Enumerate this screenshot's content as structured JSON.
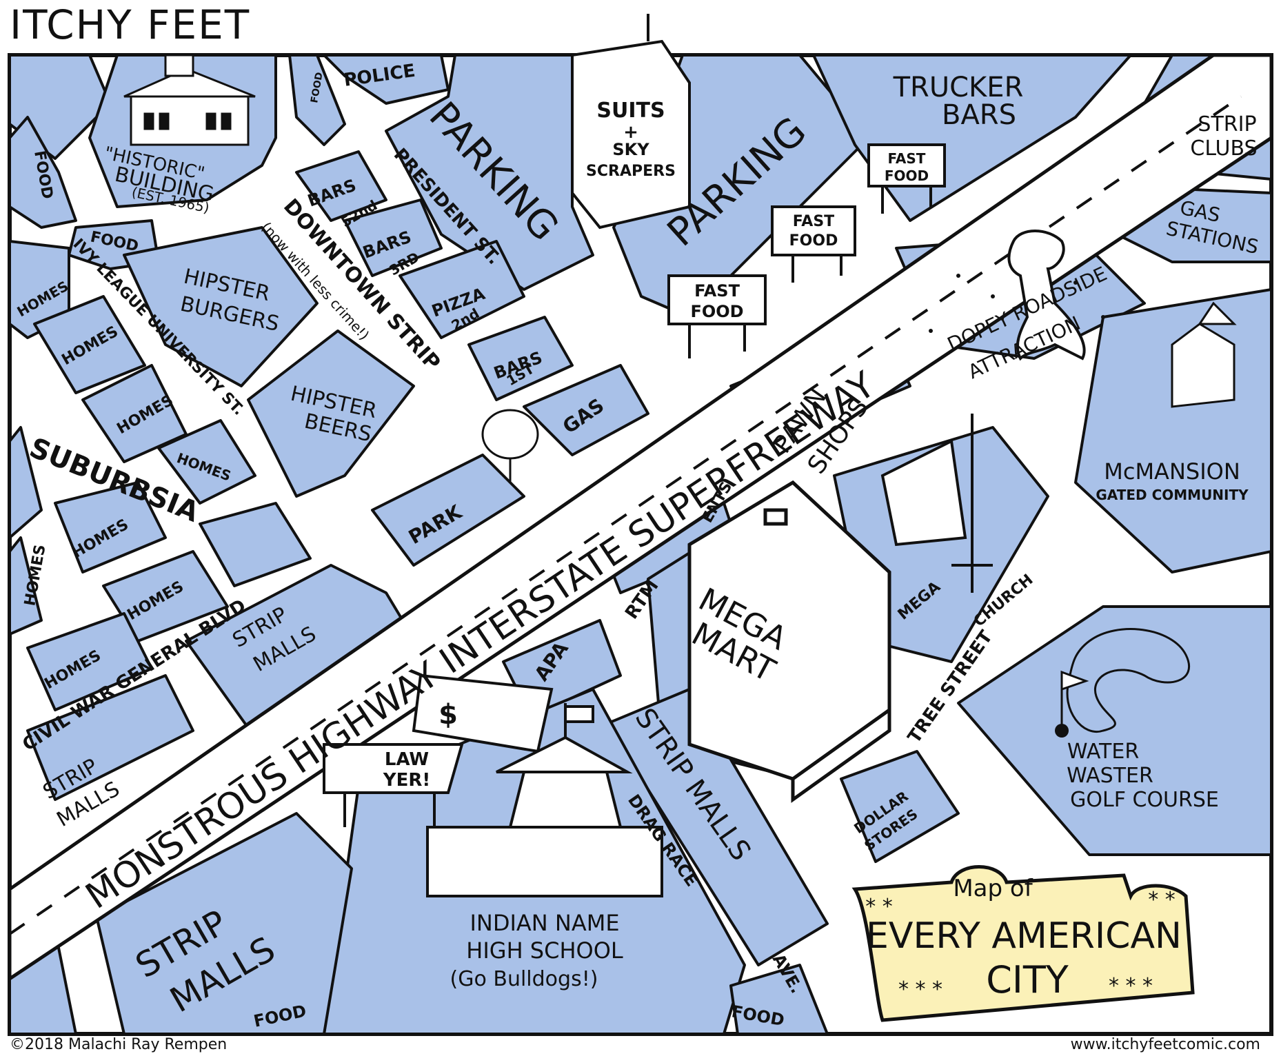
{
  "comic_title": "ITCHY FEET",
  "footer": {
    "copyright": "©2018 Malachi Ray Rempen",
    "url": "www.itchyfeetcomic.com"
  },
  "colors": {
    "block": "#a9c1e8",
    "road": "#ffffff",
    "ink": "#111111",
    "sign": "#fbf1b8"
  },
  "title_sign": {
    "line1": "Map of",
    "line2": "EVERY AMERICAN",
    "line3": "CITY",
    "stars": "* * *",
    "stars_pair": "* *"
  },
  "roads": {
    "highway1": "MONSTROUS HIGHWAY INTERSTATE SUPERFREEWAY",
    "president": "PRESIDENT ST.",
    "downtown": "DOWNTOWN STRIP",
    "downtown_note": "(now with less crime!)",
    "ivy": "IVY LEAGUE UNIVERSITY ST.",
    "suburbsia": "SUBURBSIA",
    "civil": "CIVIL WAR GENERAL BLVD",
    "tree": "TREE STREET",
    "drag": "DRAG RACE",
    "ave": "AVE.",
    "st_52": "52nd",
    "st_3": "3RD",
    "st_2": "2nd",
    "st_1": "1ST"
  },
  "labels": {
    "police": "POLICE",
    "suits": "SUITS",
    "plus": "+",
    "sky": "SKY",
    "skyscrapers": "SCRAPERS",
    "trucker1": "TRUCKER",
    "trucker2": "BARS",
    "strip_clubs1": "STRIP",
    "strip_clubs2": "CLUBS",
    "gas_stations1": "GAS",
    "gas_stations2": "STATIONS",
    "parking1": "PARKING",
    "parking2": "PARKING",
    "fast_food": "FAST",
    "fast_food2": "FOOD",
    "historic1": "\"HISTORIC\"",
    "historic2": "BUILDING",
    "historic3": "(EST. 1965)",
    "food": "FOOD",
    "homes": "HOMES",
    "hipster_burgers1": "HIPSTER",
    "hipster_burgers2": "BURGERS",
    "hipster_beers1": "HIPSTER",
    "hipster_beers2": "BEERS",
    "bars": "BARS",
    "pizza": "PIZZA",
    "gas": "GAS",
    "park": "PARK",
    "pawn1": "PAWN",
    "pawn2": "SHOPS",
    "dopey1": "DOPEY ROADSIDE",
    "dopey2": "ATTRACTION",
    "mcmansion1": "McMANSION",
    "mcmansion2": "GATED COMMUNITY",
    "ents": "ENTS",
    "rtm": "RTM",
    "apa": "APA",
    "mega1": "MEGA",
    "mega2": "MART",
    "mega_church1": "MEGA",
    "mega_church2": "CHURCH",
    "strip_malls1": "STRIP",
    "strip_malls2": "MALLS",
    "strip_malls_long": "STRIP MALLS",
    "law1": "LAW",
    "law2": "YER!",
    "dollar_sign": "$",
    "school1": "INDIAN NAME",
    "school2": "HIGH SCHOOL",
    "school3": "(Go Bulldogs!)",
    "dollar1": "DOLLAR",
    "dollar2": "STORES",
    "golf1": "WATER",
    "golf2": "WASTER",
    "golf3": "GOLF COURSE"
  }
}
